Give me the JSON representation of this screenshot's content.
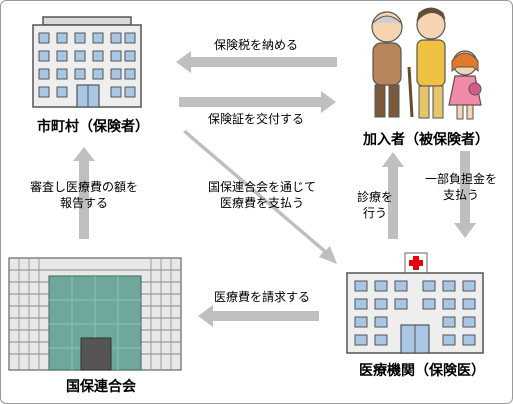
{
  "nodes": {
    "municipality": "市町村（保険者）",
    "insured": "加入者（被保険者）",
    "federation": "国保連合会",
    "hospital": "医療機関（保険医）"
  },
  "flows": {
    "pay_tax": "保険税を納める",
    "issue_card": "保険証を交付する",
    "report": [
      "審査し医療費の額を",
      "報告する"
    ],
    "pay_via_federation": [
      "国保連合会を通じて",
      "医療費を支払う"
    ],
    "copay": [
      "一部負担金を",
      "支払う"
    ],
    "treatment": [
      "診療を",
      "行う"
    ],
    "claim": "医療費を請求する"
  },
  "colors": {
    "arrow": "#bfbfbf",
    "building_light": "#eeeeee",
    "window_blue": "#a9c6e4",
    "glass_green": "#6fa79c",
    "red_cross": "#e60012"
  }
}
